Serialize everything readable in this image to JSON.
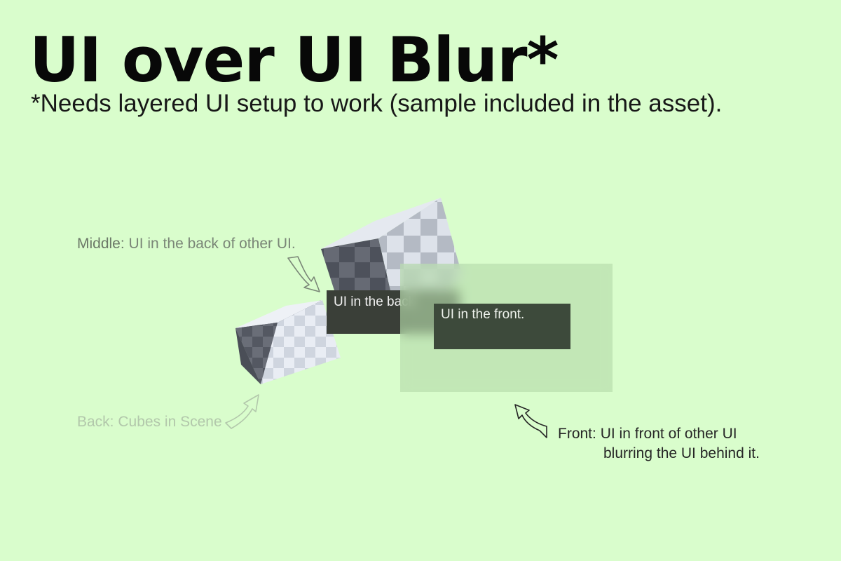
{
  "header": {
    "title": "UI over UI Blur*",
    "subtitle": "*Needs layered UI setup to work (sample included in the asset)."
  },
  "notes": {
    "middle": {
      "key": "Middle:",
      "text": " UI in the back of other UI."
    },
    "back": {
      "key": "Back:",
      "text": " Cubes in Scene"
    },
    "front": {
      "key": "Front:",
      "text": " UI in front of other UI",
      "line2": "blurring the UI behind it."
    }
  },
  "panels": {
    "back_text": "UI in the back.",
    "front_text": "UI in the front."
  },
  "colors": {
    "background": "#d9fdcc",
    "panel": "#3a3f38",
    "blur_pane": "#b5dcaa"
  }
}
